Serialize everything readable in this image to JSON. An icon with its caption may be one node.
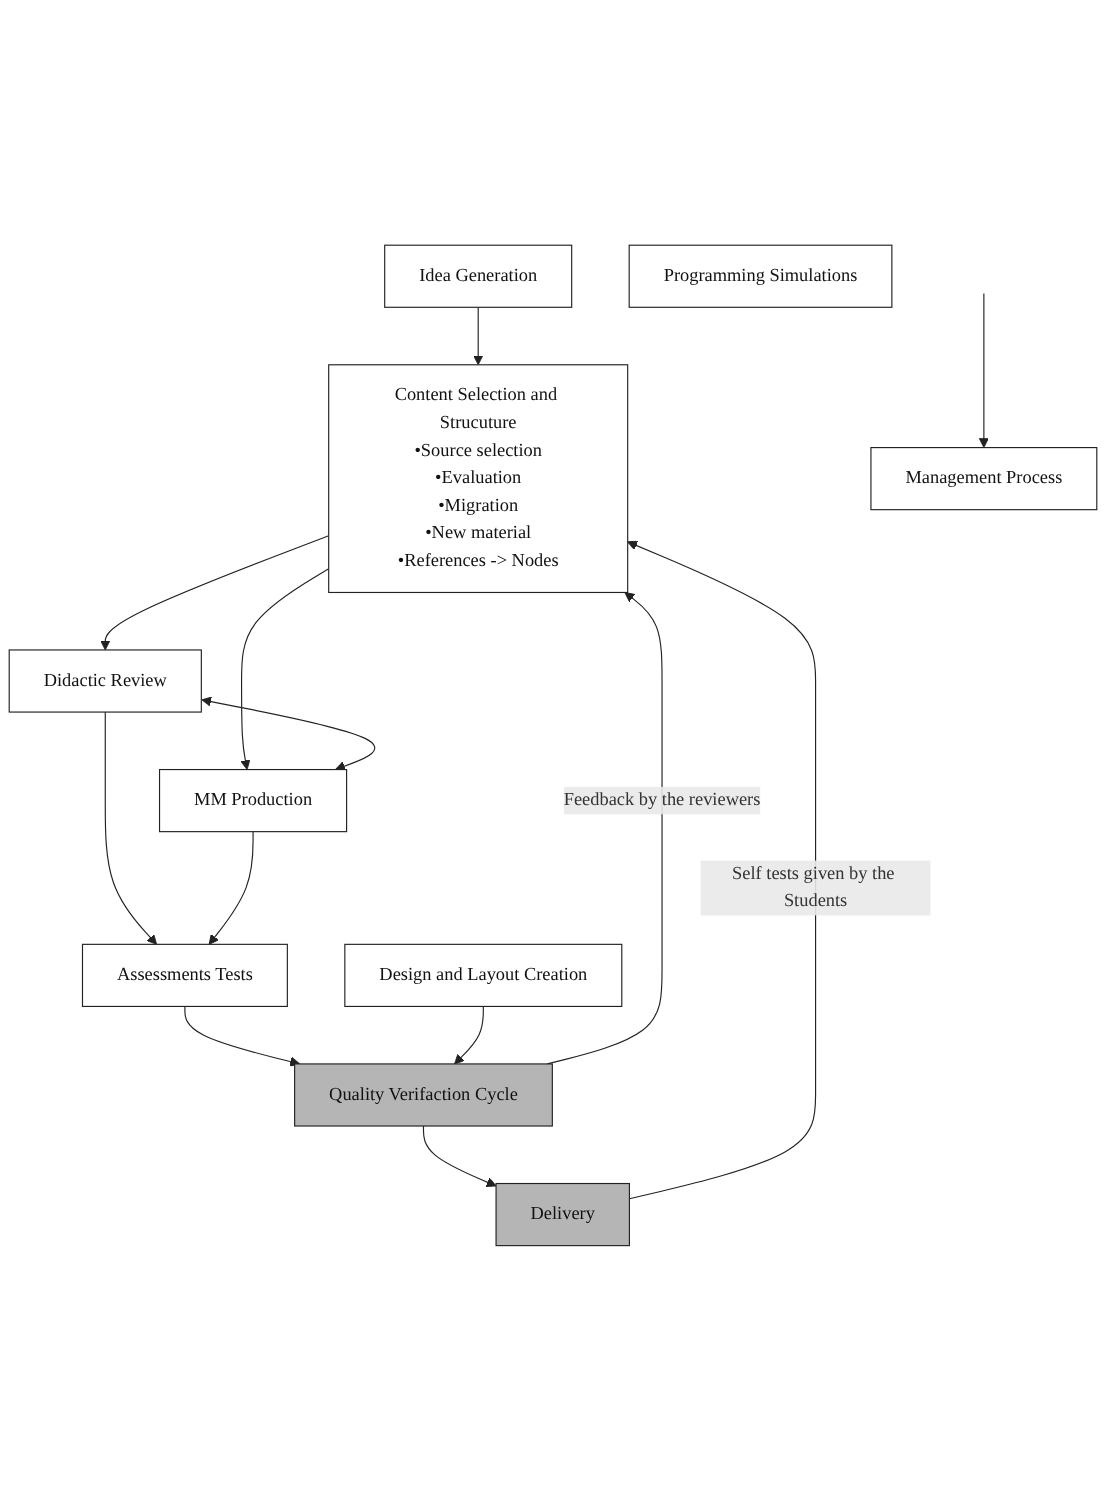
{
  "diagram": {
    "nodes": [
      {
        "text": [
          "Idea Generation"
        ]
      },
      {
        "text": [
          "Content Selection and Strucuture",
          "•Source selection",
          "•Evaluation",
          "•Migration",
          "•New material",
          "•References -> Nodes"
        ]
      },
      {
        "text": [
          "Didactic Review"
        ]
      },
      {
        "text": [
          "MM Production"
        ]
      },
      {
        "text": [
          "Programming Simulations"
        ]
      },
      {
        "text": [
          "Design and Layout Creation"
        ]
      },
      {
        "text": [
          "Assessments Tests"
        ]
      },
      {
        "text": [
          "Quality Verifaction Cycle"
        ]
      },
      {
        "text": [
          "Delivery"
        ]
      },
      {
        "text": [
          "Management Process"
        ]
      }
    ],
    "edges": [
      {
        "from": 0,
        "to": 1,
        "arrow": "to"
      },
      {
        "from": 1,
        "to": 2,
        "arrow": "to"
      },
      {
        "from": 1,
        "to": 3,
        "arrow": "to"
      },
      {
        "from": 2,
        "to": 6,
        "arrow": "to"
      },
      {
        "from": 2,
        "to": 3,
        "arrow": "both"
      },
      {
        "from": 3,
        "to": 6,
        "arrow": "to"
      },
      {
        "from": 6,
        "to": 7,
        "arrow": "to"
      },
      {
        "from": 5,
        "to": 7,
        "arrow": "to"
      },
      {
        "from": 7,
        "to": 8,
        "arrow": "to"
      },
      {
        "from": 7,
        "to": 1,
        "arrow": "to",
        "label": "Feedback by the reviewers"
      },
      {
        "from": 8,
        "to": 1,
        "arrow": "to",
        "label": "Self tests given by the Students"
      },
      {
        "from": null,
        "to": 9,
        "arrow": "to"
      }
    ]
  }
}
